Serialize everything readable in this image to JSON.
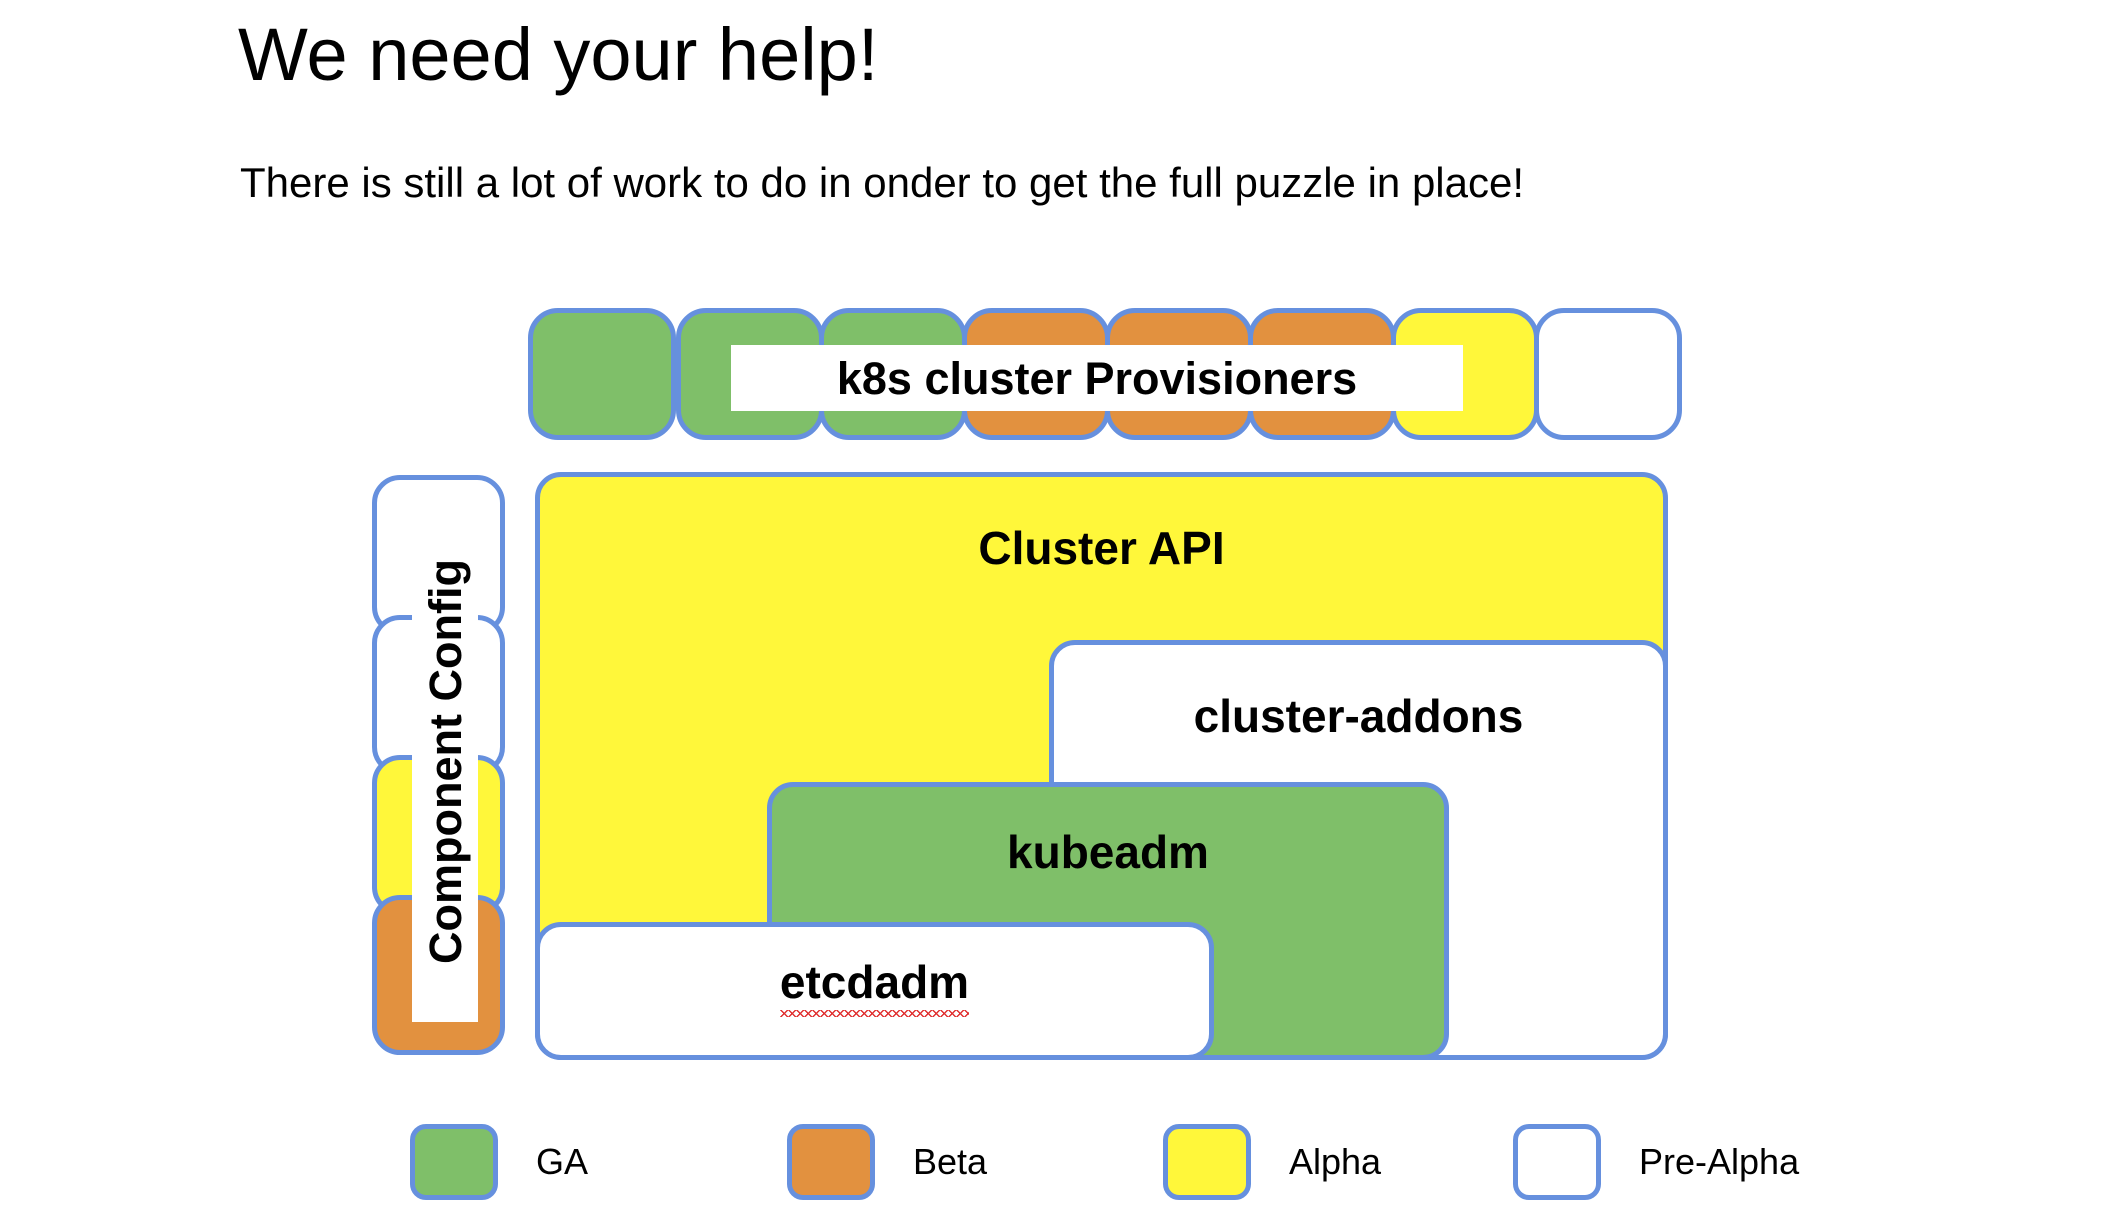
{
  "slide": {
    "title": "We need your help!",
    "subtitle": "There is still a lot of work to do in onder to get the full puzzle in place!"
  },
  "diagram": {
    "provisioners": {
      "label": "k8s cluster Provisioners",
      "boxes": [
        {
          "status": "GA"
        },
        {
          "status": "GA"
        },
        {
          "status": "GA"
        },
        {
          "status": "Beta"
        },
        {
          "status": "Beta"
        },
        {
          "status": "Beta"
        },
        {
          "status": "Alpha"
        },
        {
          "status": "Pre-Alpha"
        }
      ]
    },
    "component_config": {
      "label": "Component Config",
      "boxes": [
        {
          "status": "Pre-Alpha"
        },
        {
          "status": "Pre-Alpha"
        },
        {
          "status": "Alpha"
        },
        {
          "status": "Beta"
        }
      ]
    },
    "stack": [
      {
        "label": "Cluster API",
        "status": "Alpha"
      },
      {
        "label": "cluster-addons",
        "status": "Pre-Alpha"
      },
      {
        "label": "kubeadm",
        "status": "GA"
      },
      {
        "label": "etcdadm",
        "status": "Pre-Alpha",
        "spellcheck_flagged": true
      }
    ]
  },
  "legend": {
    "items": [
      {
        "label": "GA",
        "color": "#7FBF69"
      },
      {
        "label": "Beta",
        "color": "#E2913F"
      },
      {
        "label": "Alpha",
        "color": "#FFF73A"
      },
      {
        "label": "Pre-Alpha",
        "color": "#FFFFFF"
      }
    ]
  },
  "colors": {
    "border": "#6690DE",
    "ga": "#7FBF69",
    "beta": "#E2913F",
    "alpha": "#FFF73A",
    "pre_alpha": "#FFFFFF",
    "text": "#000000",
    "spellcheck_underline": "#E03131"
  }
}
